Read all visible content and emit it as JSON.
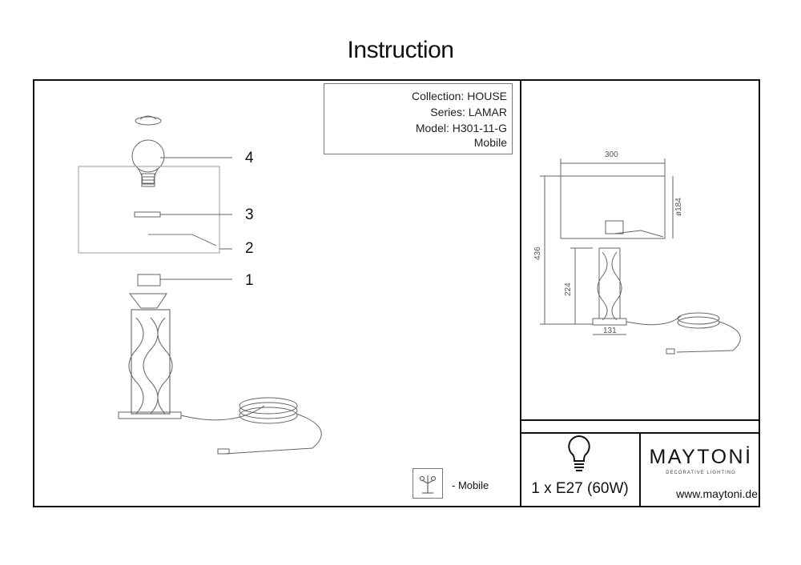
{
  "page_title": "Instruction",
  "info": {
    "collection": "Collection: HOUSE",
    "series": "Series: LAMAR",
    "model": "Model: H301-11-G",
    "type": "Mobile"
  },
  "callouts": [
    "4",
    "3",
    "2",
    "1"
  ],
  "dimensions": {
    "shade_width": "300",
    "shade_diameter": "ø184",
    "total_height": "436",
    "base_height": "224",
    "base_width": "131"
  },
  "bulb_spec": "1 x E27 (60W)",
  "brand": {
    "logo": "MAYTONİ",
    "tagline": "DECORATIVE LIGHTING",
    "website": "www.maytoni.de"
  },
  "mobile_label": "- Mobile",
  "icons": [
    "bulb-icon",
    "mobile-lamp-icon"
  ]
}
